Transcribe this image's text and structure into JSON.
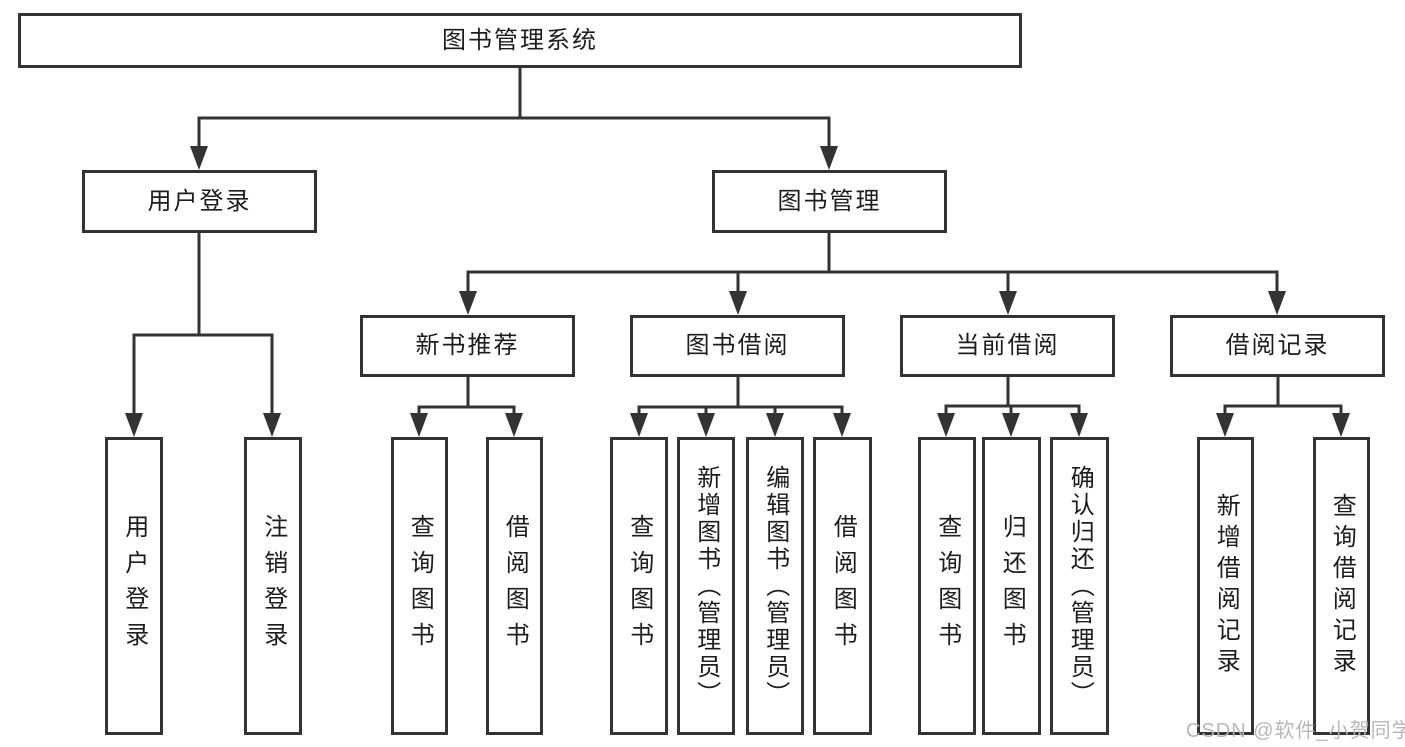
{
  "diagram": {
    "root": {
      "label": "图书管理系统",
      "children": [
        {
          "label": "用户登录",
          "children": [
            {
              "label": "用户登录"
            },
            {
              "label": "注销登录"
            }
          ]
        },
        {
          "label": "图书管理",
          "children": [
            {
              "label": "新书推荐",
              "children": [
                {
                  "label": "查询图书"
                },
                {
                  "label": "借阅图书"
                }
              ]
            },
            {
              "label": "图书借阅",
              "children": [
                {
                  "label": "查询图书"
                },
                {
                  "label": "新增图书（管理员）"
                },
                {
                  "label": "编辑图书（管理员）"
                },
                {
                  "label": "借阅图书"
                }
              ]
            },
            {
              "label": "当前借阅",
              "children": [
                {
                  "label": "查询图书"
                },
                {
                  "label": "归还图书"
                },
                {
                  "label": "确认归还（管理员）"
                }
              ]
            },
            {
              "label": "借阅记录",
              "children": [
                {
                  "label": "新增借阅记录"
                },
                {
                  "label": "查询借阅记录"
                }
              ]
            }
          ]
        }
      ]
    }
  },
  "watermark": {
    "text": "CSDN @软件_小贺同学"
  },
  "colors": {
    "line": "#333333",
    "box_border": "#333333",
    "text": "#1d1d1f",
    "watermark": "#b1b4b9"
  }
}
